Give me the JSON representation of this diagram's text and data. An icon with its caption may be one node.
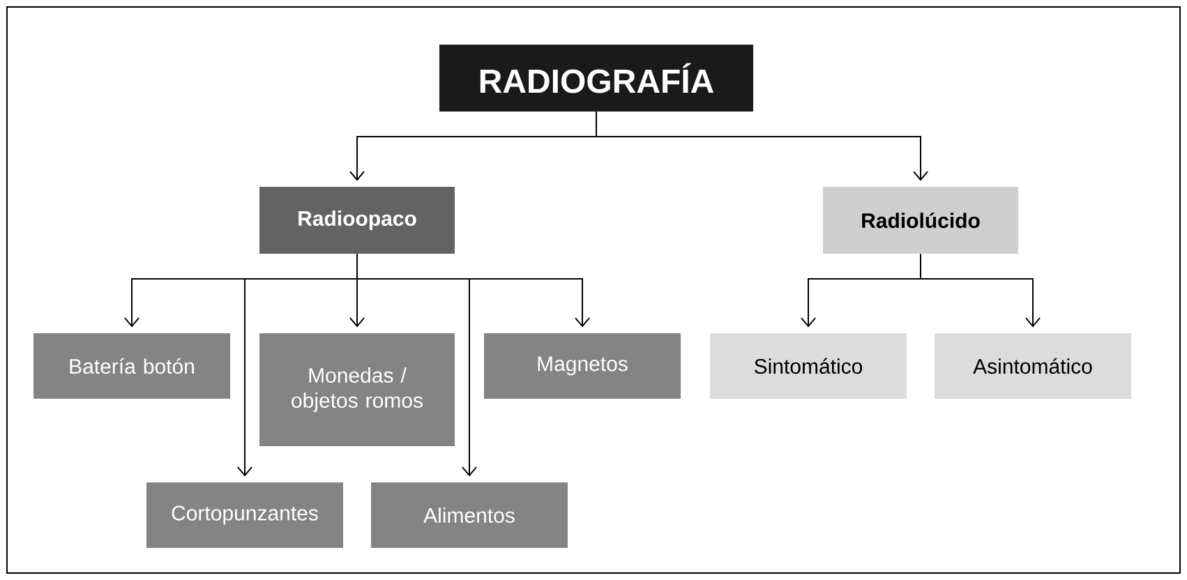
{
  "diagram": {
    "nodes": [
      {
        "text": [
          "RADIOGRAFÍA"
        ]
      },
      {
        "text": [
          "Radioopaco"
        ]
      },
      {
        "text": [
          "Radiolúcido"
        ]
      },
      {
        "text": [
          "Batería botón"
        ]
      },
      {
        "text": [
          "Monedas / objetos romos"
        ]
      },
      {
        "text": [
          "Magnetos"
        ]
      },
      {
        "text": [
          "Cortopunzantes"
        ]
      },
      {
        "text": [
          "Alimentos"
        ]
      },
      {
        "text": [
          "Sintomático"
        ]
      },
      {
        "text": [
          "Asintomático"
        ]
      }
    ],
    "edges": [
      {
        "from": 0,
        "to": 1,
        "arrow": "to"
      },
      {
        "from": 0,
        "to": 2,
        "arrow": "to"
      },
      {
        "from": 1,
        "to": 3,
        "arrow": "to"
      },
      {
        "from": 1,
        "to": 6,
        "arrow": "to"
      },
      {
        "from": 1,
        "to": 4,
        "arrow": "to"
      },
      {
        "from": 1,
        "to": 7,
        "arrow": "to"
      },
      {
        "from": 1,
        "to": 5,
        "arrow": "to"
      },
      {
        "from": 2,
        "to": 8,
        "arrow": "to"
      },
      {
        "from": 2,
        "to": 9,
        "arrow": "to"
      }
    ]
  }
}
